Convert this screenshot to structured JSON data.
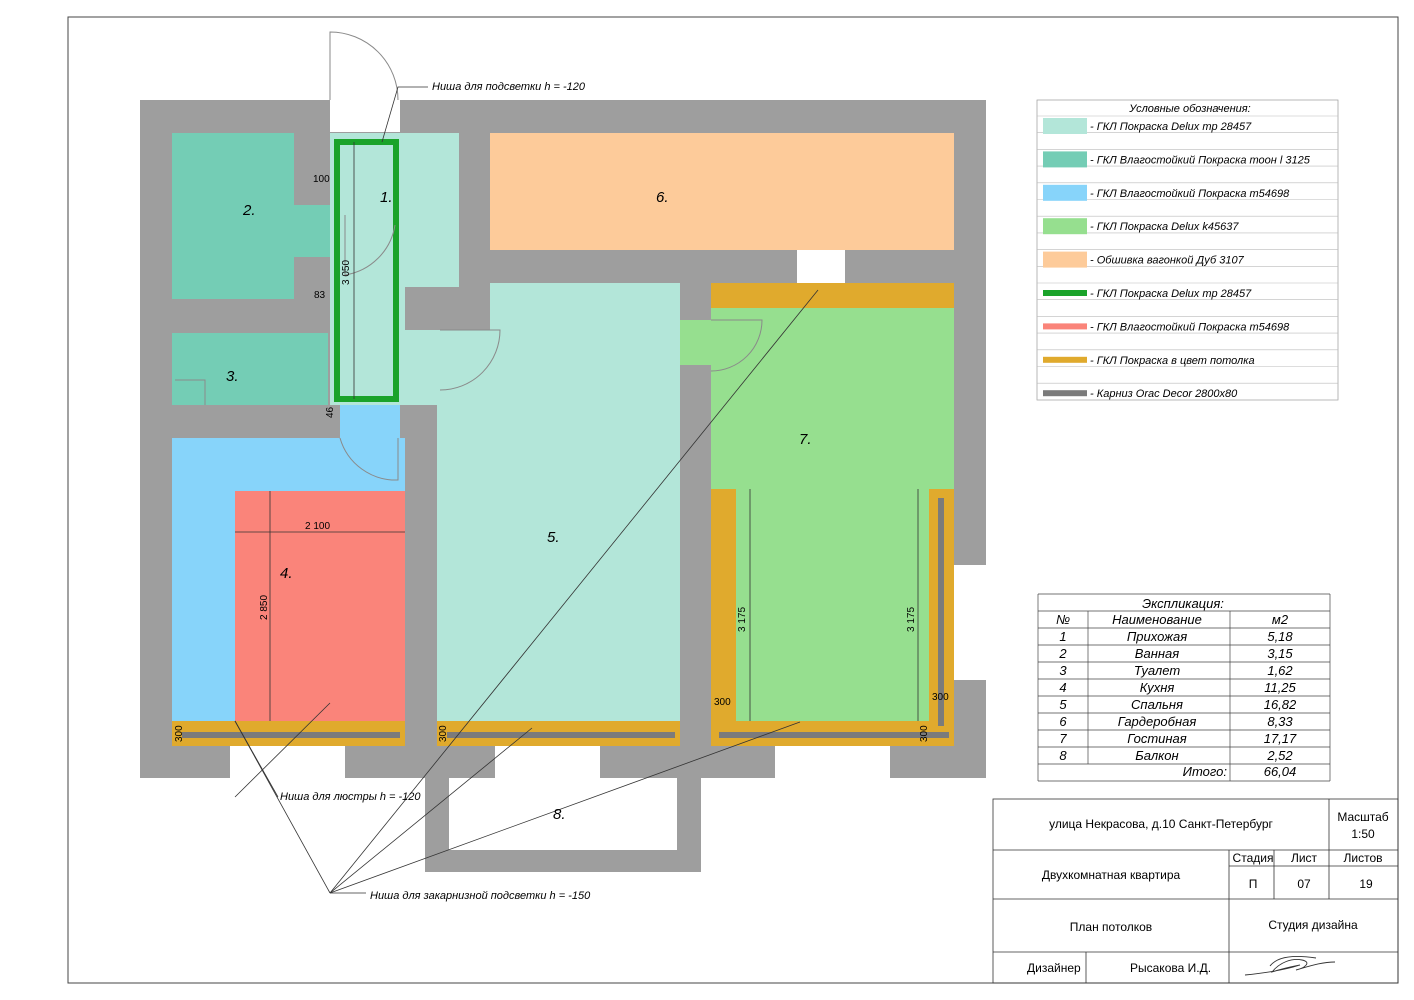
{
  "colors": {
    "wall": "#9e9e9e",
    "light_mint": "#b3e6d9",
    "teal": "#74cdb5",
    "blue": "#87d4fa",
    "green": "#96df8f",
    "peach": "#fdcb9a",
    "dark_green": "#1aa32a",
    "salmon": "#fa847a",
    "gold": "#e0aa2d",
    "cornice": "#7b7b7b"
  },
  "rooms": [
    {
      "id": "1",
      "label": "1."
    },
    {
      "id": "2",
      "label": "2."
    },
    {
      "id": "3",
      "label": "3."
    },
    {
      "id": "4",
      "label": "4."
    },
    {
      "id": "5",
      "label": "5."
    },
    {
      "id": "6",
      "label": "6."
    },
    {
      "id": "7",
      "label": "7."
    },
    {
      "id": "8",
      "label": "8."
    }
  ],
  "dimensions": {
    "d100": "100",
    "d3050": "3 050",
    "d83": "83",
    "d46": "46",
    "d2100": "2 100",
    "d2850": "2 850",
    "d300": "300",
    "d3175": "3 175"
  },
  "annotations": {
    "niche_light": "Ниша для подсветки h = -120",
    "niche_chandelier": "Ниша для люстры h = -120",
    "niche_cornice": "Ниша для закарнизной подсветки h = -150"
  },
  "legend": {
    "title": "Условные обозначения:",
    "items": [
      {
        "label": "- ГКЛ Покраска Delux mp 28457",
        "color": "#b3e6d9",
        "kind": "swatch"
      },
      {
        "label": "- ГКЛ Влагостойкий Покраска тоон l  3125",
        "color": "#74cdb5",
        "kind": "swatch"
      },
      {
        "label": "- ГКЛ Влагостойкий Покраска m54698",
        "color": "#87d4fa",
        "kind": "swatch"
      },
      {
        "label": "- ГКЛ Покраска Delux k45637",
        "color": "#96df8f",
        "kind": "swatch"
      },
      {
        "label": "- Обшивка вагонкой Дуб 3107",
        "color": "#fdcb9a",
        "kind": "swatch"
      },
      {
        "label": "- ГКЛ Покраска Delux mp 28457",
        "color": "#1aa32a",
        "kind": "line"
      },
      {
        "label": "- ГКЛ Влагостойкий Покраска m54698",
        "color": "#fa847a",
        "kind": "line"
      },
      {
        "label": "- ГКЛ Покраска в цвет потолка",
        "color": "#e0aa2d",
        "kind": "line"
      },
      {
        "label": "- Карниз Orac Decor 2800x80",
        "color": "#7b7b7b",
        "kind": "line"
      }
    ]
  },
  "explication": {
    "title": "Экспликация:",
    "headers": [
      "№",
      "Наименование",
      "м2"
    ],
    "rows": [
      [
        "1",
        "Прихожая",
        "5,18"
      ],
      [
        "2",
        "Ванная",
        "3,15"
      ],
      [
        "3",
        "Туалет",
        "1,62"
      ],
      [
        "4",
        "Кухня",
        "11,25"
      ],
      [
        "5",
        "Спальня",
        "16,82"
      ],
      [
        "6",
        "Гардеробная",
        "8,33"
      ],
      [
        "7",
        "Гостиная",
        "17,17"
      ],
      [
        "8",
        "Балкон",
        "2,52"
      ]
    ],
    "total_label": "Итого:",
    "total_value": "66,04"
  },
  "stamp": {
    "address": "улица Некрасова, д.10 Санкт-Петербург",
    "scale_label": "Масштаб",
    "scale_value": "1:50",
    "project": "Двухкомнатная квартира",
    "stage_label": "Стадия",
    "sheet_label": "Лист",
    "sheets_label": "Листов",
    "stage": "П",
    "sheet": "07",
    "sheets": "19",
    "drawing": "План потолков",
    "studio": "Студия дизайна",
    "role": "Дизайнер",
    "designer": "Рысакова И.Д."
  }
}
